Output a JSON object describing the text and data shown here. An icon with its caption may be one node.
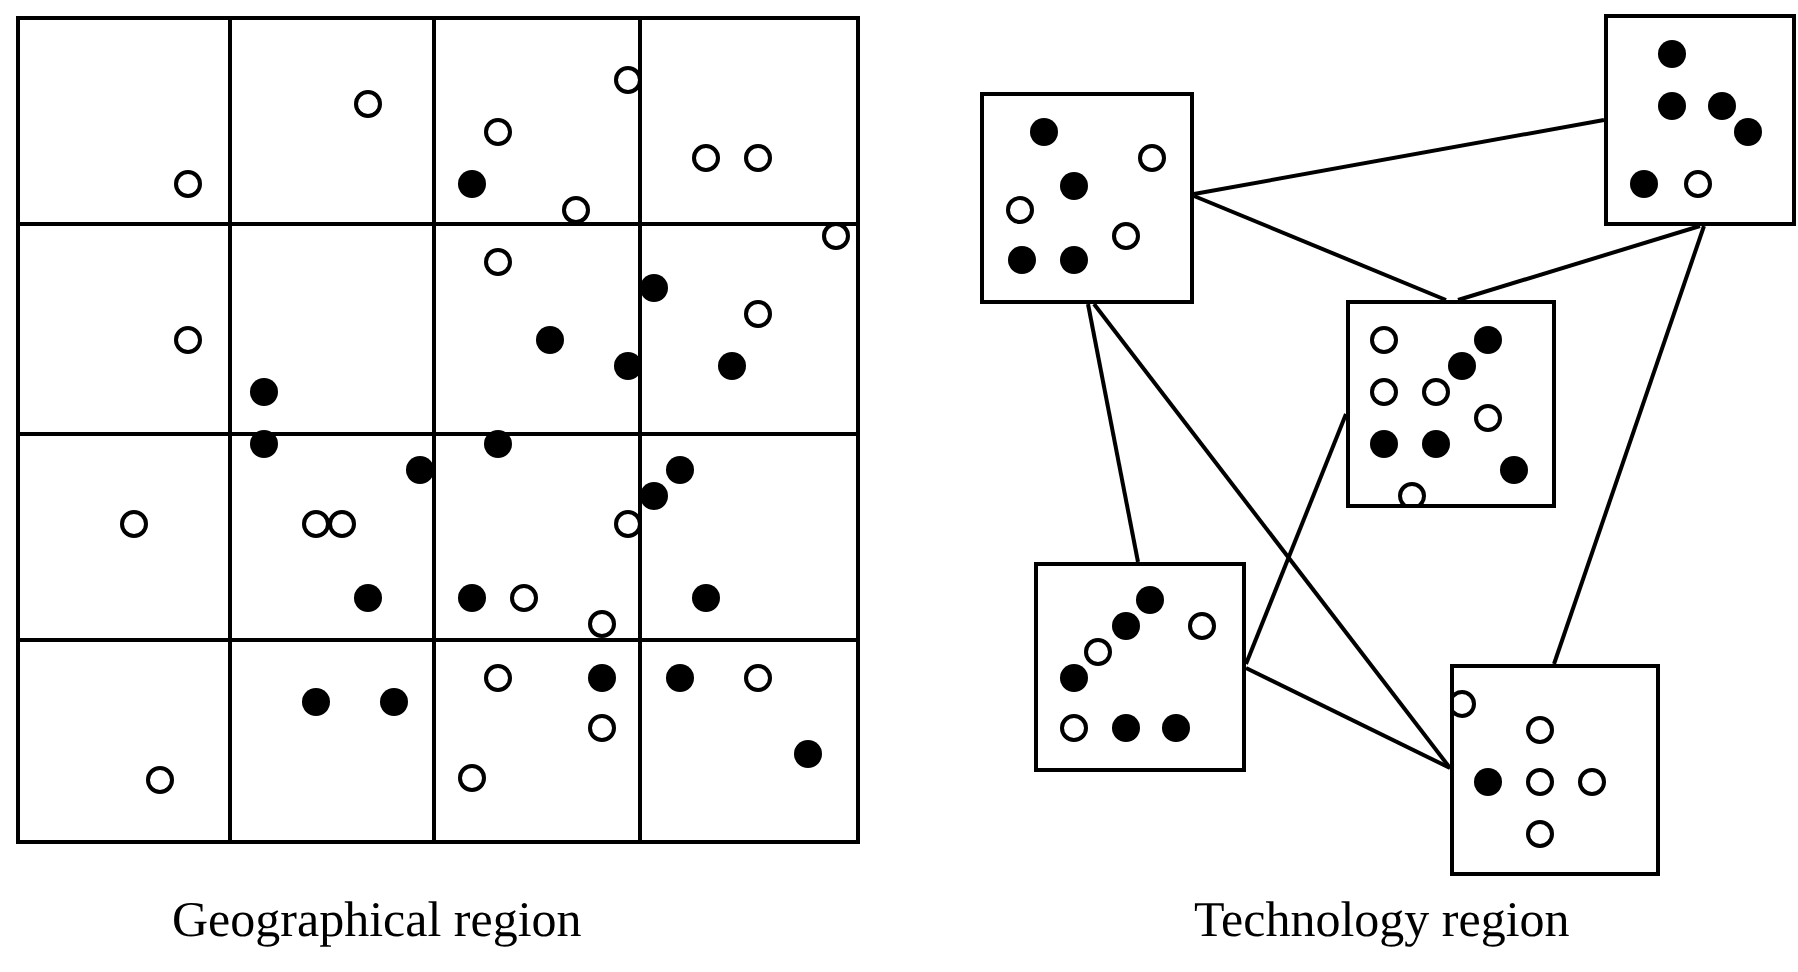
{
  "diagram": {
    "nodes": [
      {
        "text": [],
        "shape": "box"
      },
      {
        "text": [],
        "shape": "box"
      },
      {
        "text": [],
        "shape": "box"
      },
      {
        "text": [],
        "shape": "box"
      },
      {
        "text": [],
        "shape": "box"
      }
    ],
    "edges": [
      {
        "from": 0,
        "to": 1,
        "arrow": "none"
      },
      {
        "from": 0,
        "to": 2,
        "arrow": "none"
      },
      {
        "from": 1,
        "to": 2,
        "arrow": "none"
      },
      {
        "from": 1,
        "to": 4,
        "arrow": "none"
      },
      {
        "from": 0,
        "to": 3,
        "arrow": "none"
      },
      {
        "from": 0,
        "to": 4,
        "arrow": "none"
      },
      {
        "from": 2,
        "to": 3,
        "arrow": "none"
      },
      {
        "from": 3,
        "to": 4,
        "arrow": "none"
      }
    ],
    "labels": [
      "Geographical region",
      "Technology region"
    ]
  }
}
